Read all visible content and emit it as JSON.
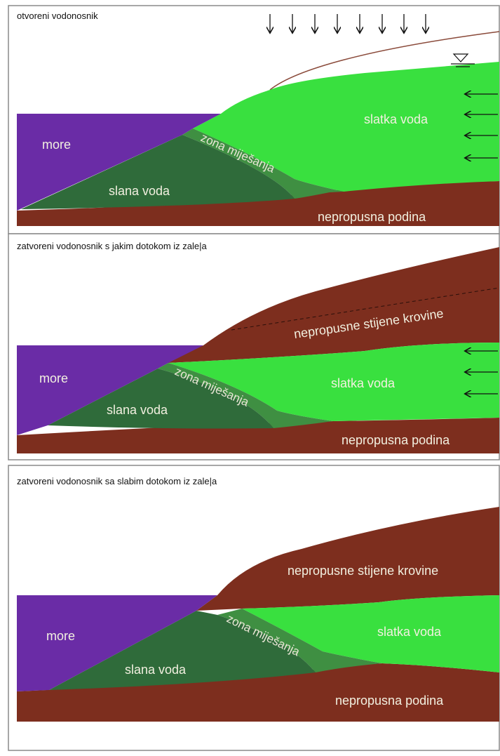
{
  "panels": [
    {
      "title": "otvoreni vodonosnik",
      "more": "more",
      "slana": "slana voda",
      "zona": "zona miješanja",
      "slatka": "slatka voda",
      "podina": "nepropusna podina"
    },
    {
      "title": "zatvoreni vodonosnik s jakim dotokom iz zale|a",
      "more": "more",
      "slana": "slana voda",
      "zona": "zona miješanja",
      "slatka": "slatka voda",
      "krovina": "nepropusne stijene krovine",
      "podina": "nepropusna podina"
    },
    {
      "title": "zatvoreni vodonosnik sa slabim dotokom iz zale|a",
      "more": "more",
      "slana": "slana voda",
      "zona": "zona miješanja",
      "slatka": "slatka voda",
      "krovina": "nepropusne stijene krovine",
      "podina": "nepropusna podina"
    }
  ],
  "colors": {
    "sea": "#6a2ca6",
    "salt_water": "#2f6b3a",
    "mixing_zone": "#3f8f42",
    "fresh_water": "#39e03f",
    "rock": "#7d2e1e",
    "border": "#8a8a8a"
  },
  "icons": [
    "rain-arrow-icon",
    "water-table-triangle-icon",
    "inflow-arrow-icon"
  ]
}
